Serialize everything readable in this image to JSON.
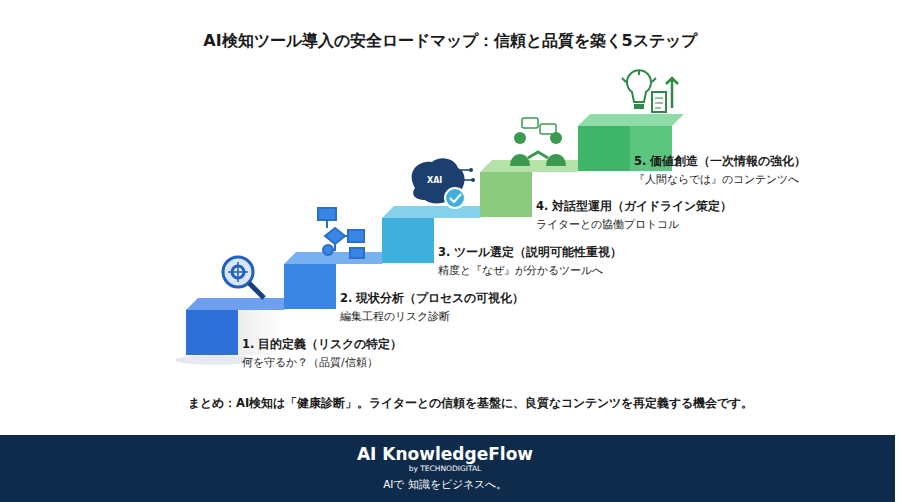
{
  "diagram": {
    "title": "AI検知ツール導入の安全ロードマップ：信頼と品質を築く5ステップ",
    "caption": "まとめ：AI検知は「健康診断」。ライターとの信頼を基盤に、良質なコンテンツを再定義する機会です。",
    "nodes": [
      {
        "text": [
          "1. 目的定義（リスクの特定）",
          "何を守るか？（品質/信頼）"
        ]
      },
      {
        "text": [
          "2. 現状分析（プロセスの可視化）",
          "編集工程のリスク診断"
        ]
      },
      {
        "text": [
          "3. ツール選定（説明可能性重視）",
          "精度と『なぜ』が分かるツールへ"
        ]
      },
      {
        "text": [
          "4. 対話型運用（ガイドライン策定）",
          "ライターとの協働プロトコル"
        ]
      },
      {
        "text": [
          "5. 価値創造（一次情報の強化）",
          "『人間ならでは』のコンテンツへ"
        ]
      },
      {
        "text": [
          "AI KnowledgeFlow",
          "by TECHNODIGITAL",
          "AIで 知識をビジネスへ。"
        ]
      }
    ],
    "labels": [
      "XAI"
    ]
  }
}
